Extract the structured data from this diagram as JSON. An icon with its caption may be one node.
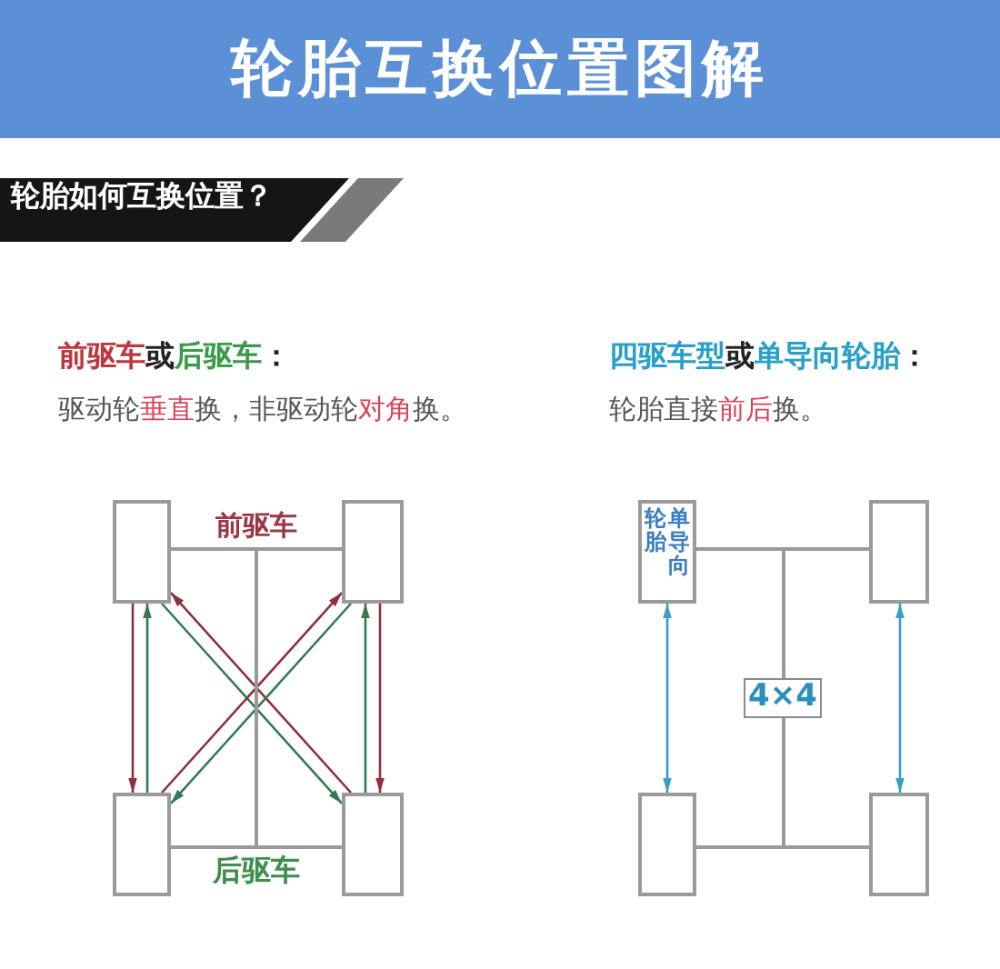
{
  "diagram": {
    "title": "轮胎互换位置图解",
    "nodes": [
      {
        "text": [
          "轮胎如何互换位置？"
        ]
      },
      {
        "text": [],
        "shape": "box"
      },
      {
        "text": [],
        "shape": "box"
      },
      {
        "text": [
          "单导向轮胎"
        ]
      },
      {
        "text": [],
        "shape": "box"
      },
      {
        "text": [
          "4×4"
        ]
      },
      {
        "text": [],
        "shape": "box"
      },
      {
        "text": [],
        "shape": "box"
      },
      {
        "text": [],
        "shape": "box"
      },
      {
        "text": [],
        "shape": "box"
      }
    ],
    "edges": [
      {
        "from": 1,
        "to": 2,
        "arrow": "none",
        "label": "前驱车"
      },
      {
        "from": 6,
        "to": 7,
        "arrow": "none",
        "label": "后驱车"
      },
      {
        "from": 3,
        "to": 4,
        "arrow": "none"
      },
      {
        "from": 8,
        "to": 9,
        "arrow": "none"
      },
      {
        "from": 1,
        "to": 6,
        "arrow": "to",
        "color": "#8e2f3c"
      },
      {
        "from": 6,
        "to": 1,
        "arrow": "to",
        "color": "#357a52"
      },
      {
        "from": 7,
        "to": 2,
        "arrow": "to",
        "color": "#357a52"
      },
      {
        "from": 2,
        "to": 7,
        "arrow": "to",
        "color": "#8e2f3c"
      },
      {
        "from": 7,
        "to": 1,
        "arrow": "to",
        "color": "#8e2f3c"
      },
      {
        "from": 1,
        "to": 7,
        "arrow": "to",
        "color": "#357a52"
      },
      {
        "from": 6,
        "to": 2,
        "arrow": "to",
        "color": "#8e2f3c"
      },
      {
        "from": 2,
        "to": 6,
        "arrow": "to",
        "color": "#357a52"
      },
      {
        "from": 3,
        "to": 8,
        "arrow": "both",
        "color": "#3a9fc4"
      },
      {
        "from": 4,
        "to": 9,
        "arrow": "both",
        "color": "#3a9fc4"
      },
      {
        "from": null,
        "to": 5,
        "arrow": "none"
      },
      {
        "from": 5,
        "to": null,
        "arrow": "none"
      }
    ],
    "labels": [
      "前驱车或后驱车：",
      "驱动轮垂直换，非驱动轮对角换。",
      "四驱车型或单导向轮胎：",
      "轮胎直接前后换。"
    ]
  }
}
